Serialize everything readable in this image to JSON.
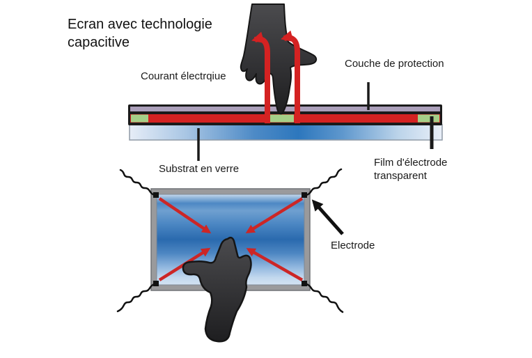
{
  "title": "Ecran avec technologie\ncapacitive",
  "labels": {
    "courant": "Courant électrqiue",
    "couche": "Couche de protection",
    "substrat": "Substrat en verre",
    "film": "Film d'électrode\ntransparent",
    "electrode": "Electrode"
  },
  "icons": {
    "top_hand": "touching-finger-hand-icon",
    "bottom_hand": "touching-finger-hand-icon",
    "current_loops": "electric-current-arc-arrows",
    "corner_squiggles": "wire-squiggle-lines"
  },
  "colors": {
    "protection_layer_purple": "#ab9fba",
    "electrode_film_red": "#d42222",
    "electrode_green": "#a5cf87",
    "current_arc_red": "#d42222",
    "corner_arrow_red": "#cc2626",
    "glass_blue_dark": "#2a6aae",
    "glass_blue_light": "#cfe0f2",
    "frame_gray": "#9a9a9c",
    "hand_dark": "#2f2f31",
    "outline_black": "#1a1a1a"
  }
}
